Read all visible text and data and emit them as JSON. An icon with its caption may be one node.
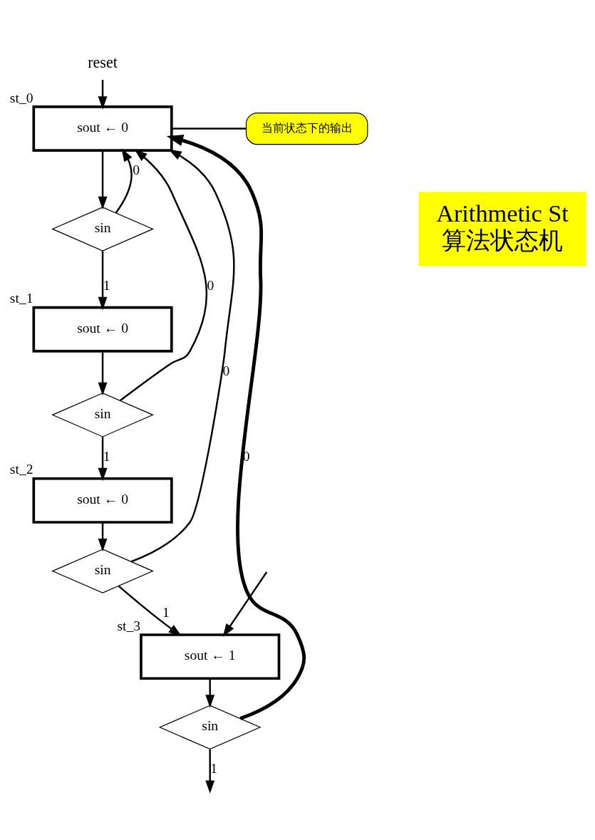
{
  "diagram": {
    "nodes": [
      {
        "text": [
          "reset"
        ]
      },
      {
        "text": [
          "sout ← 0"
        ],
        "beside": [
          "st_0"
        ]
      },
      {
        "text": [
          "当前状态下的输出"
        ]
      },
      {
        "text": [
          "sin"
        ]
      },
      {
        "text": [
          "sout ← 0"
        ],
        "beside": [
          "st_1"
        ]
      },
      {
        "text": [
          "sin"
        ]
      },
      {
        "text": [
          "sout ← 0"
        ],
        "beside": [
          "st_2"
        ]
      },
      {
        "text": [
          "sin"
        ]
      },
      {
        "text": [
          "sout ← 1"
        ],
        "beside": [
          "st_3"
        ]
      },
      {
        "text": [
          "sin"
        ]
      },
      {
        "text": [
          "Arithmetic St",
          "算法状态机"
        ]
      }
    ],
    "edges": [
      {
        "from": 0,
        "to": 1,
        "arrow": "to"
      },
      {
        "from": 2,
        "to": 1,
        "arrow": "none"
      },
      {
        "from": 1,
        "to": 3,
        "arrow": "to"
      },
      {
        "from": 3,
        "to": 1,
        "label": "0",
        "arrow": "to"
      },
      {
        "from": 3,
        "to": 4,
        "label": "1",
        "arrow": "to"
      },
      {
        "from": 4,
        "to": 5,
        "arrow": "to"
      },
      {
        "from": 5,
        "to": 1,
        "label": "0",
        "arrow": "to"
      },
      {
        "from": 5,
        "to": 6,
        "label": "1",
        "arrow": "to"
      },
      {
        "from": 6,
        "to": 7,
        "arrow": "to"
      },
      {
        "from": 7,
        "to": 1,
        "label": "0",
        "arrow": "to"
      },
      {
        "from": 7,
        "to": 8,
        "label": "1",
        "arrow": "to"
      },
      {
        "from": null,
        "to": 8,
        "arrow": "to"
      },
      {
        "from": 8,
        "to": 9,
        "arrow": "to"
      },
      {
        "from": 9,
        "to": 1,
        "label": "0",
        "arrow": "to",
        "style": "thick"
      },
      {
        "from": 9,
        "to": null,
        "label": "1",
        "arrow": "to"
      }
    ]
  }
}
